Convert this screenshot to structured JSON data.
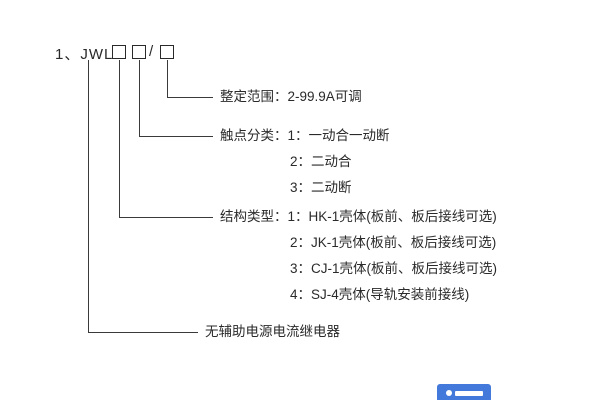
{
  "model": {
    "prefix": "1、JWL -",
    "separator": "/"
  },
  "branches": {
    "range": {
      "label": "整定范围：2-99.9A可调"
    },
    "contact": {
      "label": "触点分类：",
      "options": [
        "1：一动合一动断",
        "2：二动合",
        "3：二动断"
      ]
    },
    "structure": {
      "label": "结构类型：",
      "options": [
        "1：HK-1壳体(板前、板后接线可选)",
        "2：JK-1壳体(板前、板后接线可选)",
        "3：CJ-1壳体(板前、板后接线可选)",
        "4：SJ-4壳体(导轨安装前接线)"
      ]
    },
    "product": {
      "label": "无辅助电源电流继电器"
    }
  }
}
